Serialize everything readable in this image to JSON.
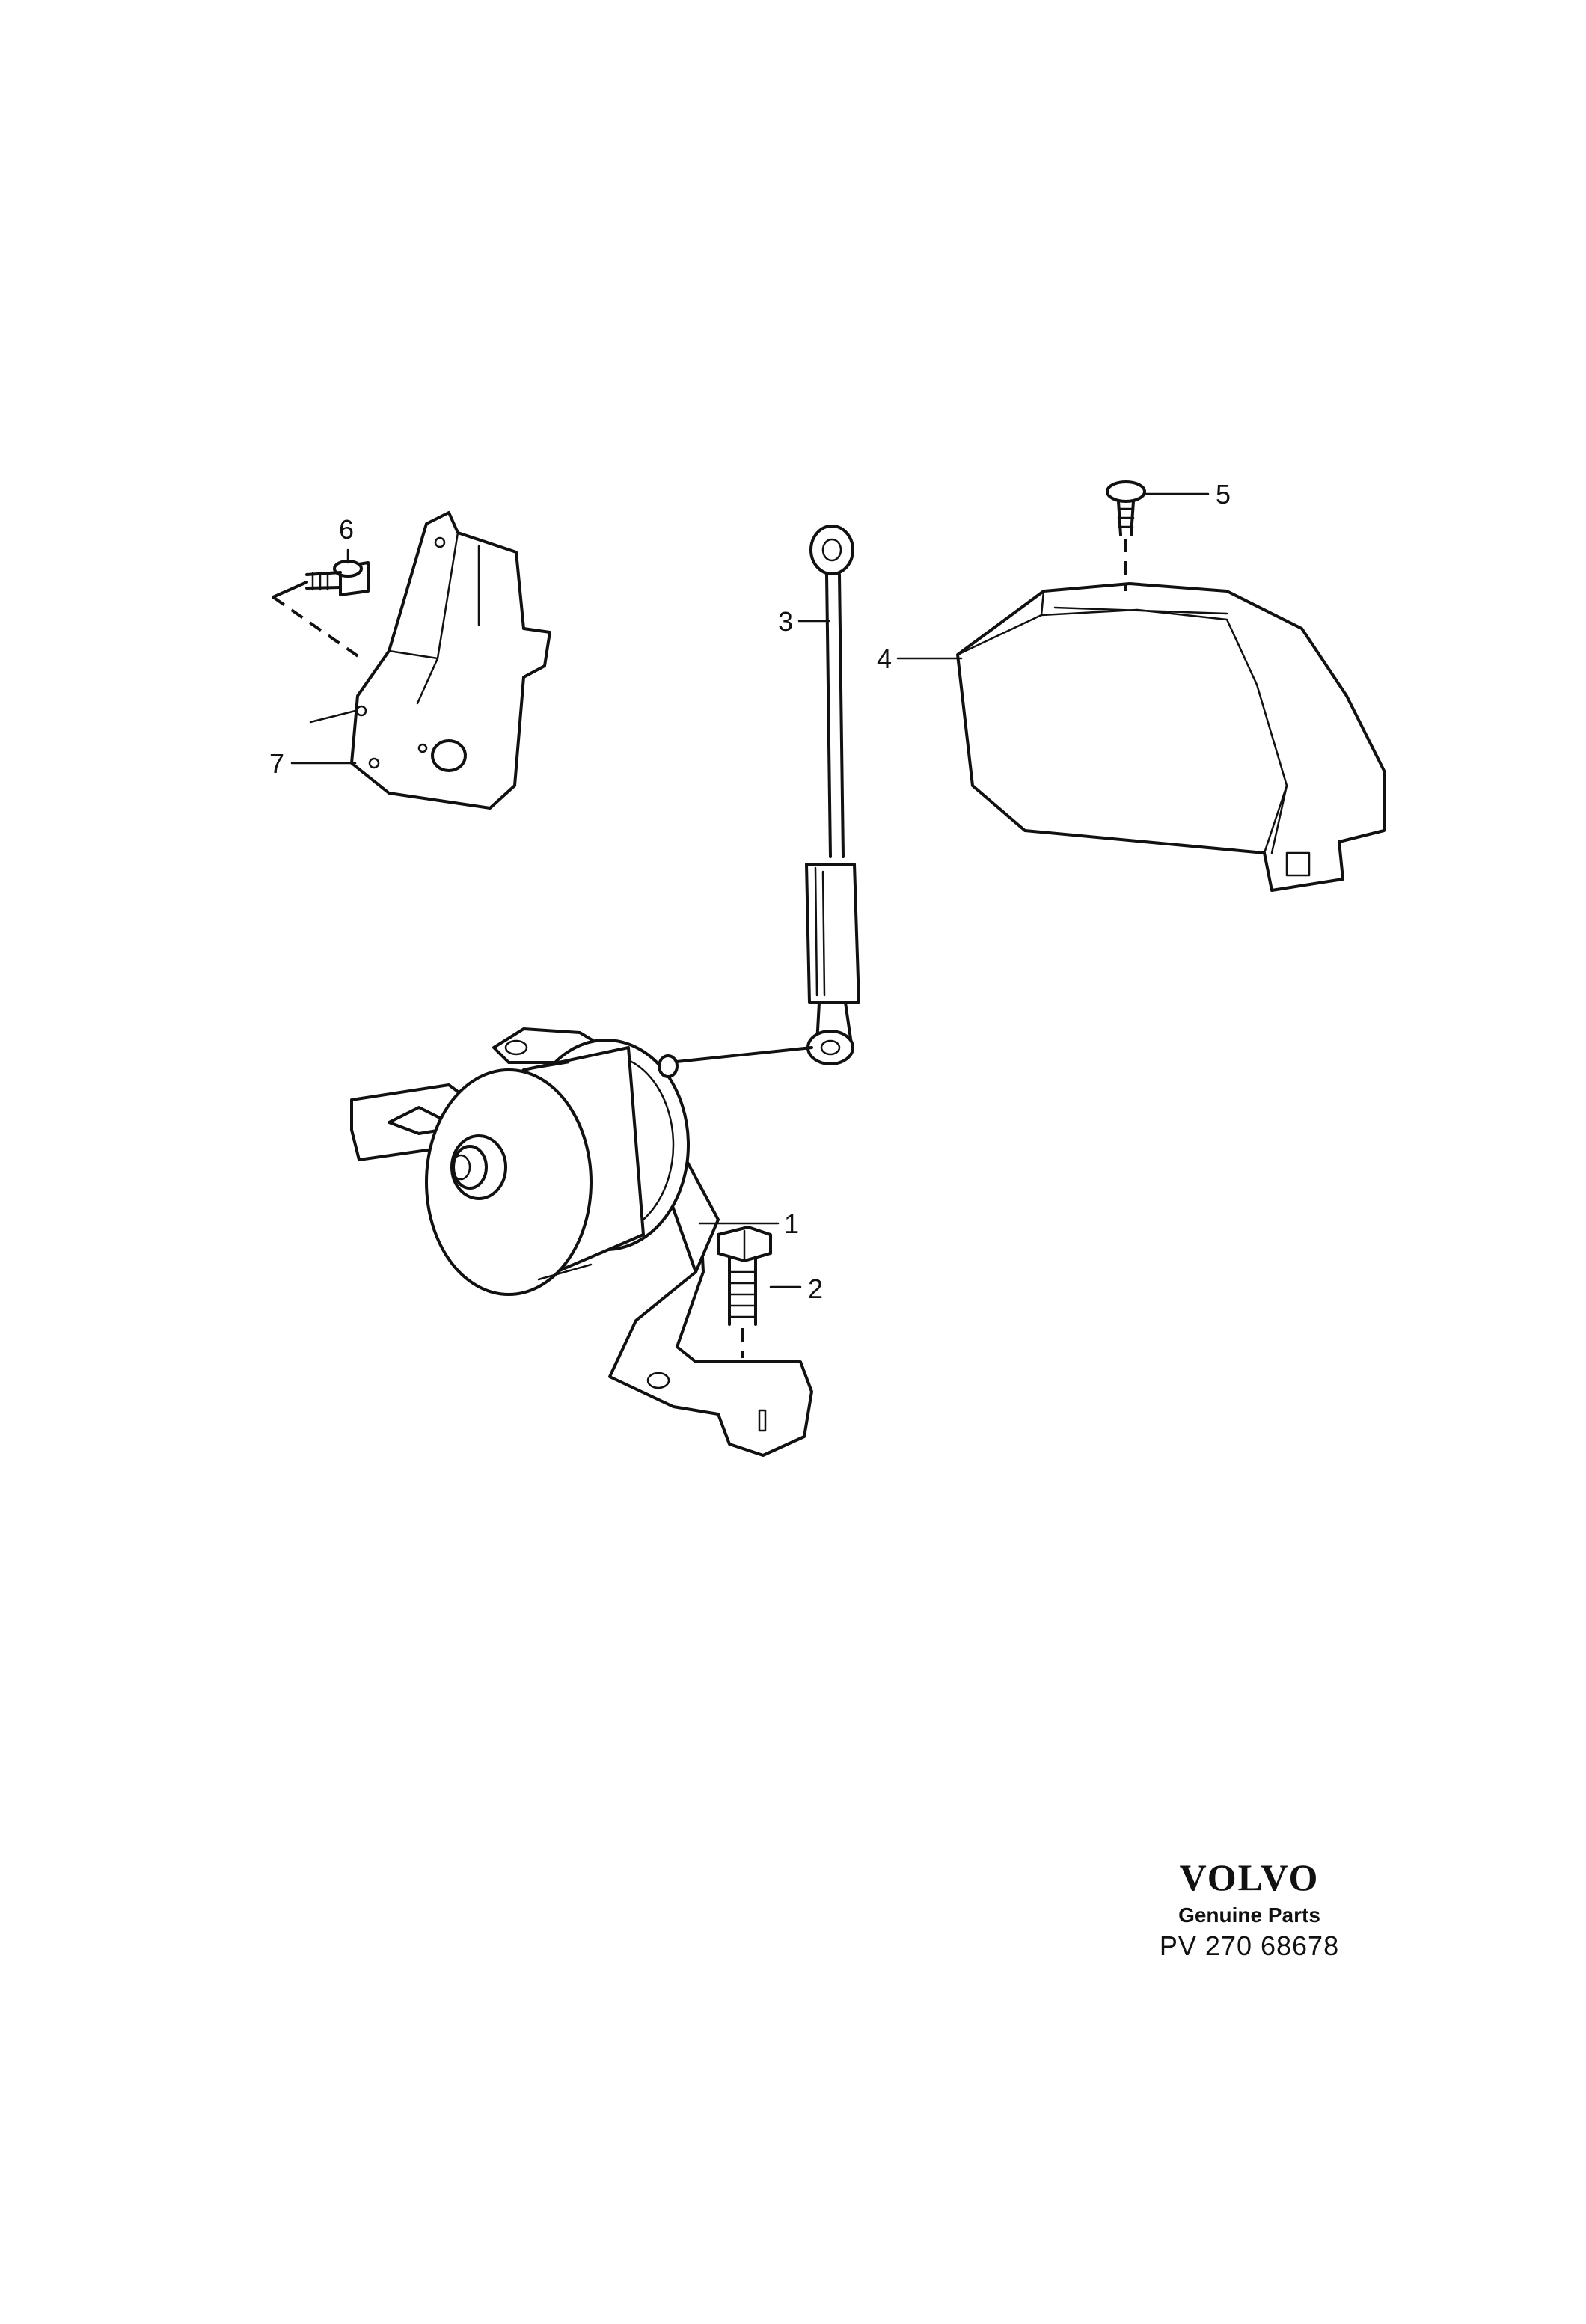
{
  "callouts": {
    "c1": "1",
    "c2": "2",
    "c3": "3",
    "c4": "4",
    "c5": "5",
    "c6": "6",
    "c7": "7"
  },
  "branding": {
    "logo": "VOLVO",
    "subtitle": "Genuine Parts",
    "code": "PV 270 68678"
  }
}
